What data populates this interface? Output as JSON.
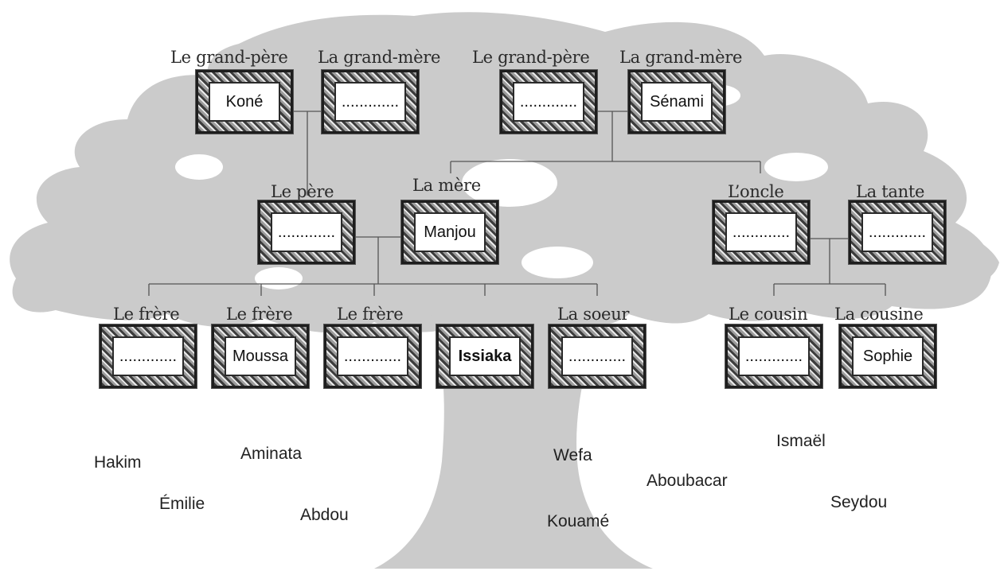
{
  "members": [
    {
      "id": "gp1",
      "label": "Le grand-père",
      "name": "Koné"
    },
    {
      "id": "gm1",
      "label": "La grand-mère",
      "name": "............."
    },
    {
      "id": "gp2",
      "label": "Le grand-père",
      "name": "............."
    },
    {
      "id": "gm2",
      "label": "La grand-mère",
      "name": "Sénami"
    },
    {
      "id": "pere",
      "label": "Le père",
      "name": "............."
    },
    {
      "id": "mere",
      "label": "La mère",
      "name": "Manjou"
    },
    {
      "id": "oncle",
      "label": "L’oncle",
      "name": "............."
    },
    {
      "id": "tante",
      "label": "La tante",
      "name": "............."
    },
    {
      "id": "frere1",
      "label": "Le frère",
      "name": "............."
    },
    {
      "id": "frere2",
      "label": "Le frère",
      "name": "Moussa"
    },
    {
      "id": "frere3",
      "label": "Le frère",
      "name": "............."
    },
    {
      "id": "moi",
      "label": "",
      "name": "Issiaka"
    },
    {
      "id": "soeur",
      "label": "La soeur",
      "name": "............."
    },
    {
      "id": "cousin",
      "label": "Le cousin",
      "name": "............."
    },
    {
      "id": "cousine",
      "label": "La cousine",
      "name": "Sophie"
    }
  ],
  "word_bank": [
    "Hakim",
    "Aminata",
    "Émilie",
    "Abdou",
    "Wefa",
    "Kouamé",
    "Aboubacar",
    "Ismaël",
    "Seydou"
  ],
  "colors": {
    "tree": "#c9c9c9",
    "line": "#555555"
  }
}
